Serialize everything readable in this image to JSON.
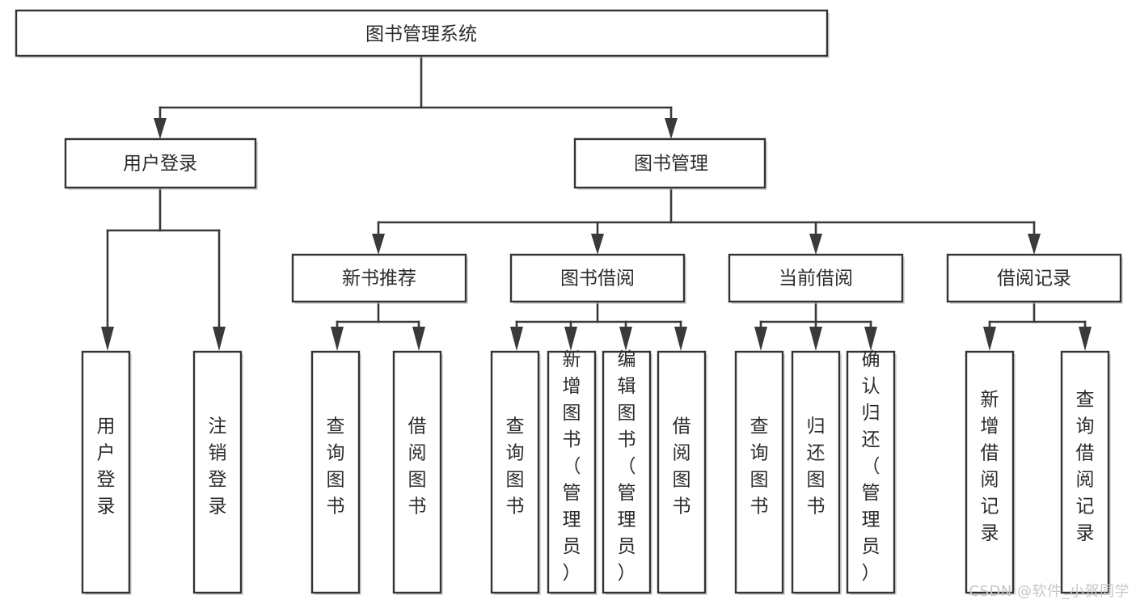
{
  "diagram": {
    "title": "图书管理系统",
    "type": "hierarchy-tree",
    "orientation": "top-down",
    "levels": 4,
    "root": {
      "id": "root",
      "label": "图书管理系统",
      "orientation": "horizontal"
    },
    "level2": [
      {
        "id": "user-login",
        "label": "用户登录",
        "orientation": "horizontal"
      },
      {
        "id": "book-manage",
        "label": "图书管理",
        "orientation": "horizontal"
      }
    ],
    "level3": [
      {
        "id": "new-book-recommend",
        "label": "新书推荐",
        "orientation": "horizontal",
        "parent": "book-manage"
      },
      {
        "id": "book-borrow",
        "label": "图书借阅",
        "orientation": "horizontal",
        "parent": "book-manage"
      },
      {
        "id": "current-borrow",
        "label": "当前借阅",
        "orientation": "horizontal",
        "parent": "book-manage"
      },
      {
        "id": "borrow-record",
        "label": "借阅记录",
        "orientation": "horizontal",
        "parent": "book-manage"
      }
    ],
    "leaves": [
      {
        "id": "leaf-user-login",
        "label": "用户登录",
        "parent": "user-login",
        "orientation": "vertical"
      },
      {
        "id": "leaf-user-logout",
        "label": "注销登录",
        "parent": "user-login",
        "orientation": "vertical"
      },
      {
        "id": "leaf-query-book-1",
        "label": "查询图书",
        "parent": "new-book-recommend",
        "orientation": "vertical"
      },
      {
        "id": "leaf-borrow-book-1",
        "label": "借阅图书",
        "parent": "new-book-recommend",
        "orientation": "vertical"
      },
      {
        "id": "leaf-query-book-2",
        "label": "查询图书",
        "parent": "book-borrow",
        "orientation": "vertical"
      },
      {
        "id": "leaf-add-book",
        "label": "新增图书（管理员）",
        "parent": "book-borrow",
        "orientation": "vertical"
      },
      {
        "id": "leaf-edit-book",
        "label": "编辑图书（管理员）",
        "parent": "book-borrow",
        "orientation": "vertical"
      },
      {
        "id": "leaf-borrow-book-2",
        "label": "借阅图书",
        "parent": "book-borrow",
        "orientation": "vertical"
      },
      {
        "id": "leaf-query-book-3",
        "label": "查询图书",
        "parent": "current-borrow",
        "orientation": "vertical"
      },
      {
        "id": "leaf-return-book",
        "label": "归还图书",
        "parent": "current-borrow",
        "orientation": "vertical"
      },
      {
        "id": "leaf-confirm-return",
        "label": "确认归还（管理员）",
        "parent": "current-borrow",
        "orientation": "vertical"
      },
      {
        "id": "leaf-add-record",
        "label": "新增借阅记录",
        "parent": "borrow-record",
        "orientation": "vertical"
      },
      {
        "id": "leaf-query-record",
        "label": "查询借阅记录",
        "parent": "borrow-record",
        "orientation": "vertical"
      }
    ],
    "colors": {
      "box_border": "#333333",
      "box_fill": "#ffffff",
      "connector": "#3a3a3a",
      "text": "#2b2b2b",
      "watermark": "#c7c7c7"
    }
  },
  "watermark": {
    "text": "CSDN @软件_小贺同学"
  }
}
